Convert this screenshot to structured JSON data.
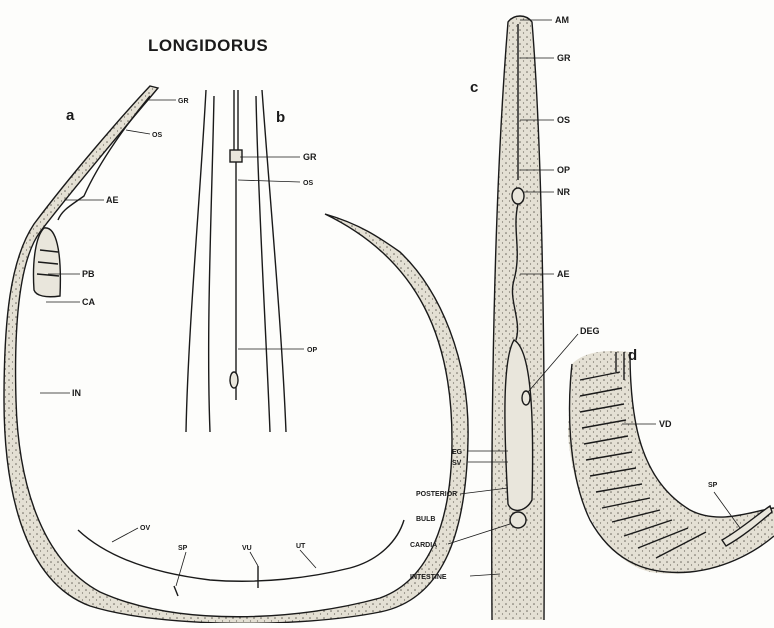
{
  "title": "LONGIDORUS",
  "panels": {
    "a": {
      "letter": "a",
      "labels": {
        "gr": "GR",
        "os": "OS",
        "ae": "AE",
        "pb": "PB",
        "ca": "CA",
        "in": "IN",
        "ov": "OV",
        "sp": "SP",
        "vu": "VU",
        "ut": "UT"
      }
    },
    "b": {
      "letter": "b",
      "labels": {
        "gr": "GR",
        "os": "OS",
        "op": "OP"
      }
    },
    "c": {
      "letter": "c",
      "labels": {
        "am": "AM",
        "gr": "GR",
        "os": "OS",
        "op": "OP",
        "nr": "NR",
        "ae": "AE",
        "deg": "DEG",
        "eg": "EG",
        "sv": "SV",
        "posterior": "POSTERIOR",
        "bulb": "BULB",
        "cardia": "CARDIA",
        "intestine": "INTESTINE"
      }
    },
    "d": {
      "letter": "d",
      "labels": {
        "vd": "VD",
        "sp": "SP"
      }
    }
  }
}
